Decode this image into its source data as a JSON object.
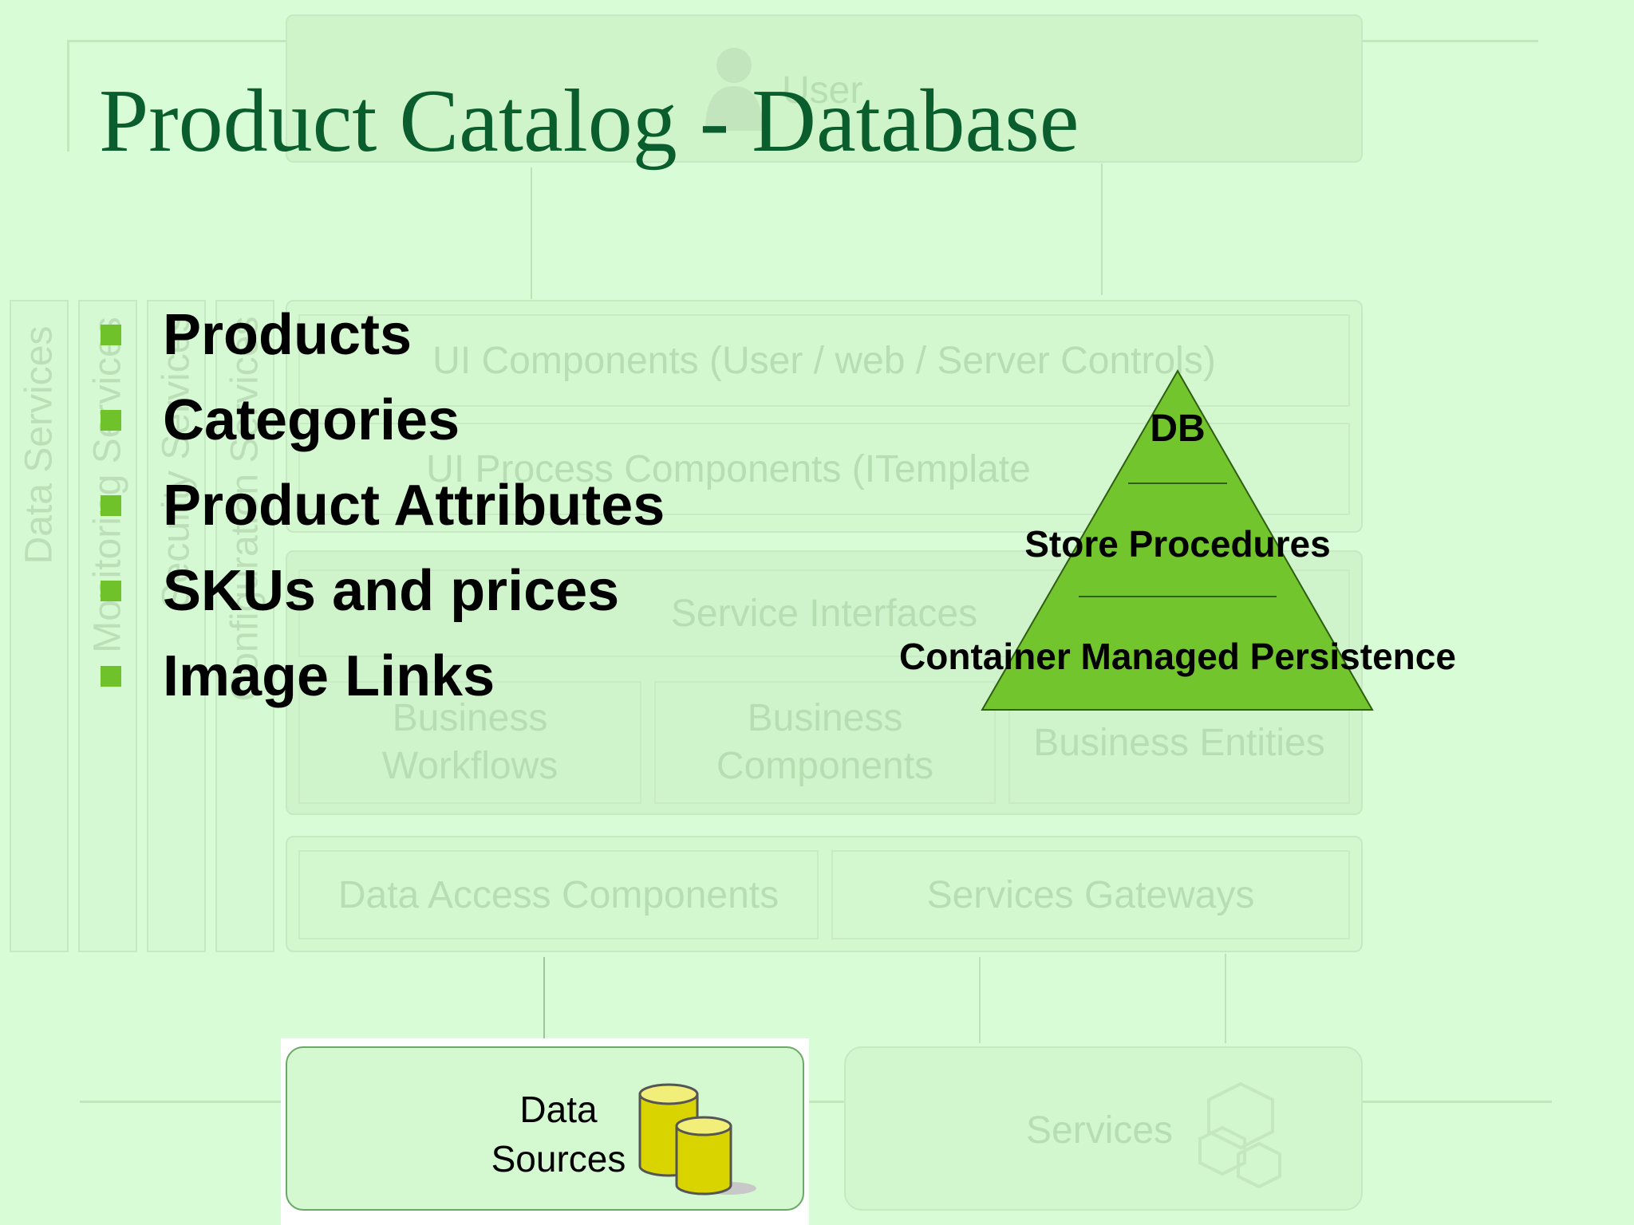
{
  "title": "Product Catalog - Database",
  "background_color": "#d8fdd6",
  "accent_color": "#6fc22a",
  "bullets": [
    "Products",
    "Categories",
    "Product Attributes",
    "SKUs and prices",
    "Image Links"
  ],
  "pyramid": {
    "fill_color": "#72c52c",
    "levels": [
      "DB",
      "Store Procedures",
      "Container Managed Persistence"
    ]
  },
  "architecture": {
    "user": "User",
    "ui_components": "UI Components (User / web / Server Controls)",
    "ui_process": "UI Process Components (ITemplate",
    "service_interfaces": "Service Interfaces",
    "business_workflows": "Business Workflows",
    "business_components": "Business Components",
    "business_entities": "Business Entities",
    "data_access": "Data Access Components",
    "services_gateways": "Services Gateways",
    "data_sources": "Data Sources",
    "services": "Services",
    "side_columns": [
      "Data Services",
      "Monitoring Services",
      "Security Services",
      "Configuration Services"
    ]
  },
  "icons": {
    "user": "user-icon",
    "database": "database-icon",
    "services": "hexagon-cluster-icon"
  }
}
